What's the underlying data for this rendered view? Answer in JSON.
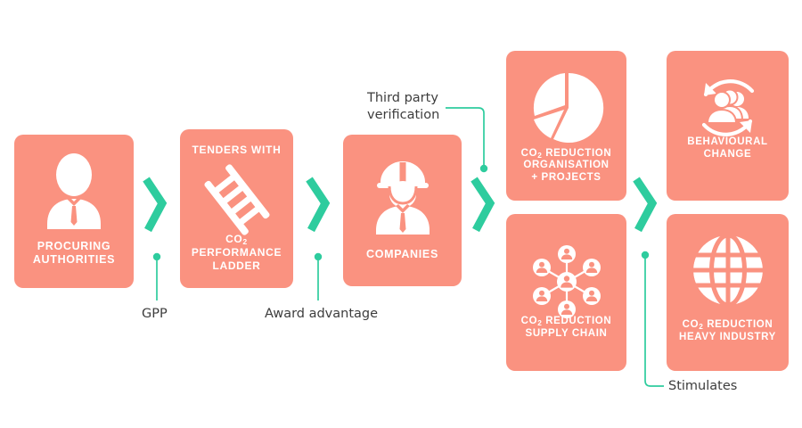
{
  "diagram": {
    "title": "CO2 Performance Ladder procurement flow",
    "colors": {
      "card_fill": "#FA9280",
      "accent_green": "#2ECC9E",
      "icon_white": "#FFFFFF",
      "label_text": "#3D3D3D",
      "background": "#FFFFFF"
    },
    "cards": [
      {
        "id": "procuring-authorities",
        "icon": "person-suit-icon",
        "title_top": "",
        "title_bottom": "PROCURING\nAUTHORITIES"
      },
      {
        "id": "tenders-with-co2-performance-ladder",
        "icon": "ladder-icon",
        "title_top": "TENDERS WITH",
        "title_bottom_line1": "CO",
        "title_bottom_sub": "2",
        "title_bottom_line2": "PERFORMANCE\nLADDER"
      },
      {
        "id": "companies",
        "icon": "worker-hardhat-icon",
        "title_top": "",
        "title_bottom": "COMPANIES"
      },
      {
        "id": "co2-reduction-organisation-projects",
        "icon": "pie-chart-icon",
        "title_prefix": "CO",
        "title_sub": "2",
        "title_rest": " REDUCTION\nORGANISATION\n+ PROJECTS"
      },
      {
        "id": "co2-reduction-supply-chain",
        "icon": "network-people-icon",
        "title_prefix": "CO",
        "title_sub": "2",
        "title_rest": " REDUCTION\nSUPPLY CHAIN"
      },
      {
        "id": "behavioural-change",
        "icon": "recycle-people-icon",
        "title_bottom": "BEHAVIOURAL\nCHANGE"
      },
      {
        "id": "co2-reduction-heavy-industry",
        "icon": "globe-icon",
        "title_prefix": "CO",
        "title_sub": "2",
        "title_rest": " REDUCTION\nHEAVY INDUSTRY"
      }
    ],
    "connector_labels": {
      "gpp": "GPP",
      "award_advantage": "Award advantage",
      "third_party_verification": "Third party\nverification",
      "stimulates": "Stimulates"
    },
    "chevrons": [
      {
        "id": "chevron-1",
        "between": "procuring-authorities → tenders"
      },
      {
        "id": "chevron-2",
        "between": "tenders → companies"
      },
      {
        "id": "chevron-3",
        "between": "companies → co2-reduction-group"
      },
      {
        "id": "chevron-4",
        "between": "co2-reduction-group → outcomes"
      }
    ]
  }
}
